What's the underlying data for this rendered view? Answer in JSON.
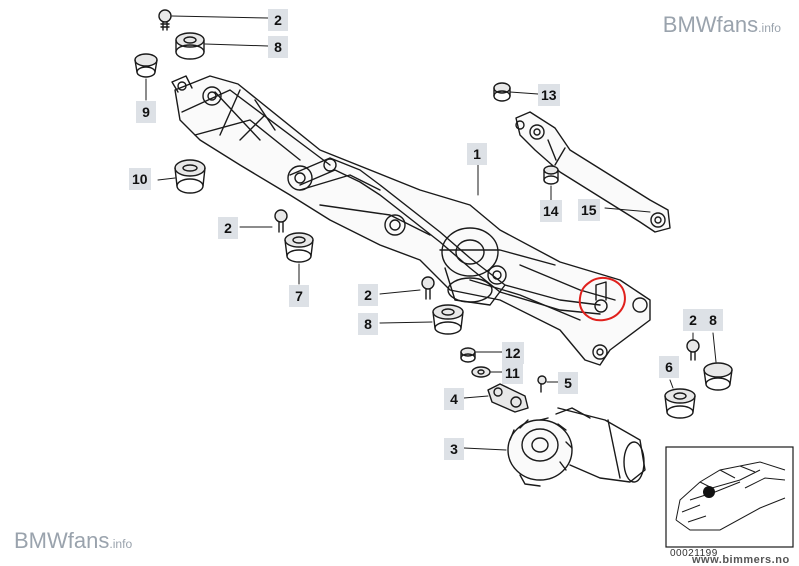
{
  "watermarks": {
    "top_right": {
      "main": "BMWfans",
      "suffix": ".info"
    },
    "bottom_left": {
      "main": "BMWfans",
      "suffix": ".info"
    }
  },
  "footer": {
    "doc_number": "00021199",
    "site": "www.bimmers.no"
  },
  "callouts": {
    "c2a": "2",
    "c8a": "8",
    "c9": "9",
    "c13": "13",
    "c1": "1",
    "c10": "10",
    "c14": "14",
    "c15": "15",
    "c2b": "2",
    "c7": "7",
    "c2c": "2",
    "c8b": "8",
    "c12": "12",
    "c11": "11",
    "c5": "5",
    "c4": "4",
    "c3": "3",
    "c2d": "2",
    "c8c": "8",
    "c6": "6"
  },
  "colors": {
    "line": "#1a1a1a",
    "callout_bg": "#dde1e6",
    "highlight": "#e0201c",
    "watermark": "#9aa3ad"
  }
}
